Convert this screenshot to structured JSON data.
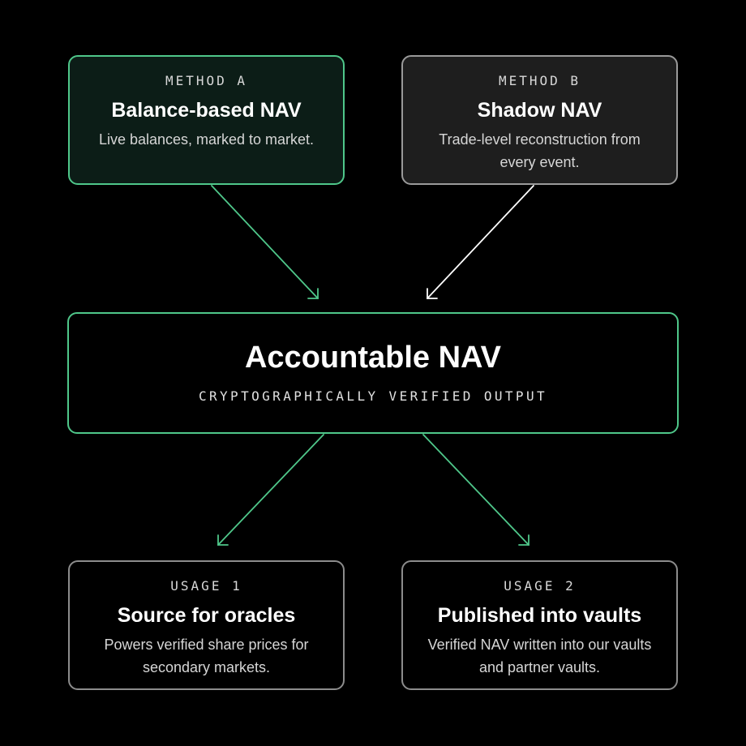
{
  "colors": {
    "background": "#000000",
    "accent_green": "#4fc78a",
    "neutral_border": "#8c8c8c",
    "method_a_fill": "#0c1d17",
    "method_b_fill": "#1e1e1e"
  },
  "method_a": {
    "label": "METHOD A",
    "title": "Balance-based NAV",
    "description": "Live balances, marked to market."
  },
  "method_b": {
    "label": "METHOD B",
    "title": "Shadow NAV",
    "description": "Trade-level reconstruction from every event."
  },
  "central": {
    "title": "Accountable NAV",
    "subtitle": "CRYPTOGRAPHICALLY VERIFIED OUTPUT"
  },
  "usage_1": {
    "label": "USAGE 1",
    "title": "Source for oracles",
    "description": "Powers verified share prices for secondary markets."
  },
  "usage_2": {
    "label": "USAGE 2",
    "title": "Published into vaults",
    "description": "Verified NAV written into our vaults and partner vaults."
  }
}
